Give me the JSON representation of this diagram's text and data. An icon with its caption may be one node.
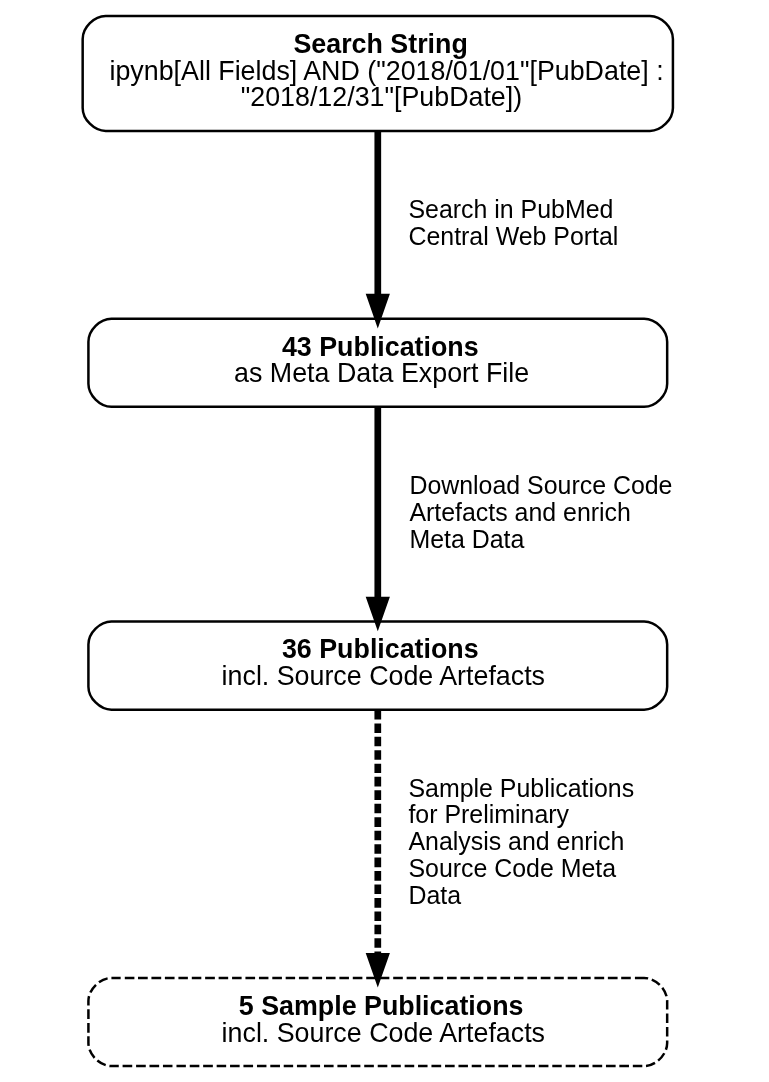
{
  "diagram": {
    "nodes": [
      {
        "text": [
          "Search String",
          "ipynb[All Fields] AND (\"2018/01/01\"[PubDate] : \"2018/12/31\"[PubDate])"
        ]
      },
      {
        "text": [
          "43 Publications",
          "as Meta Data Export File"
        ]
      },
      {
        "text": [
          "36 Publications",
          "incl. Source Code Artefacts"
        ]
      },
      {
        "text": [
          "5 Sample Publications",
          "incl. Source Code Artefacts"
        ]
      }
    ],
    "edges": [
      {
        "from": 0,
        "to": 1,
        "arrow": "to",
        "label": "Search in PubMed Central Web Portal"
      },
      {
        "from": 1,
        "to": 2,
        "arrow": "to",
        "label": "Download Source Code Artefacts and enrich Meta Data"
      },
      {
        "from": 2,
        "to": 3,
        "arrow": "to",
        "label": "Sample Publications for Preliminary Analysis and enrich Source Code Meta Data",
        "style": "dashed"
      }
    ]
  }
}
